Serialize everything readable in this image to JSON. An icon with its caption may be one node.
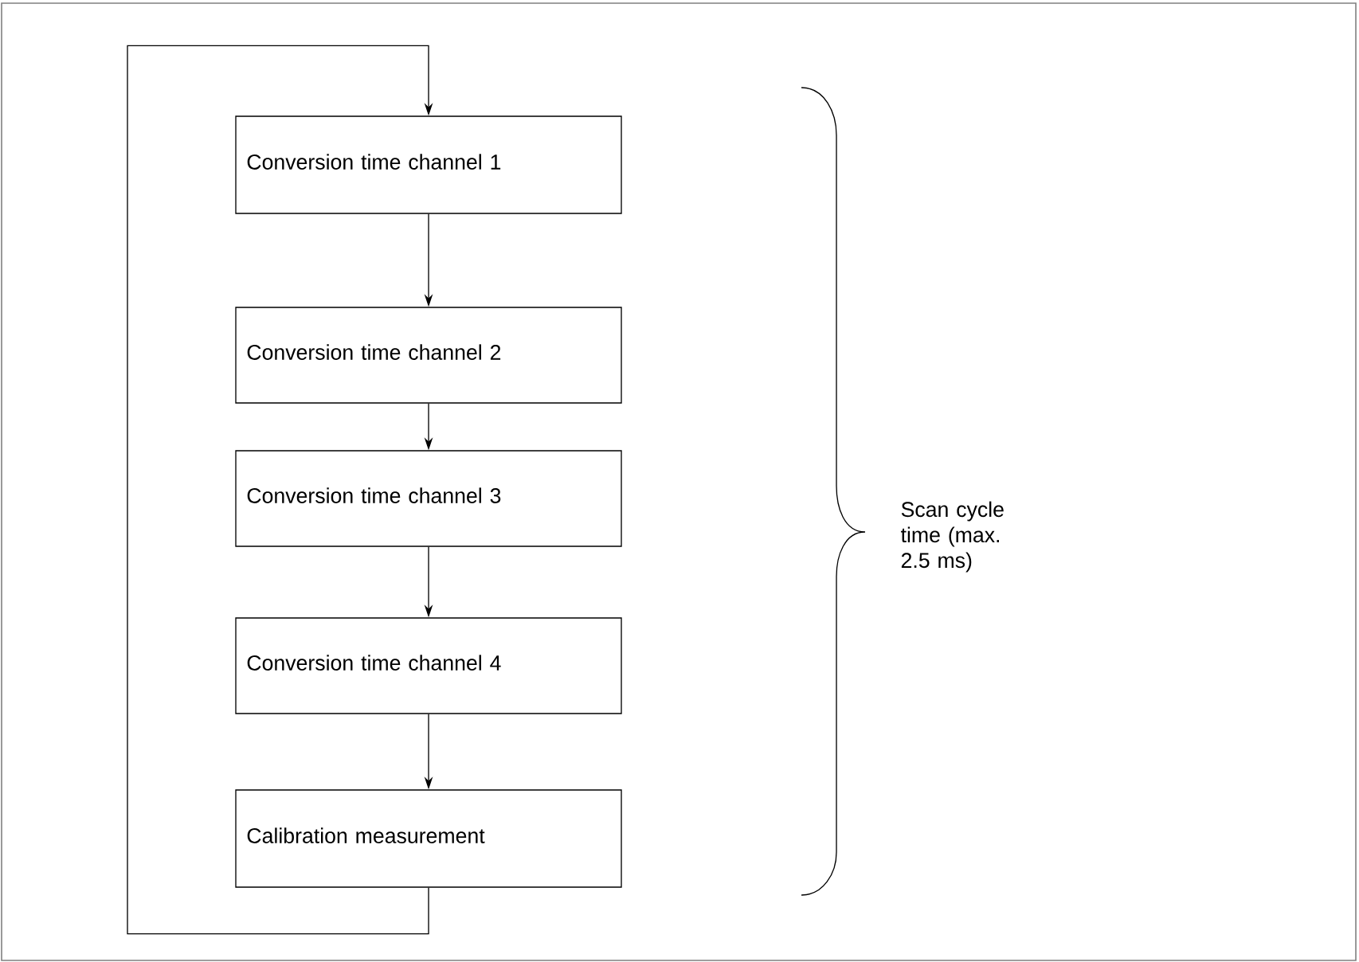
{
  "diagram": {
    "nodes": [
      {
        "text": [
          "Conversion time channel 1"
        ]
      },
      {
        "text": [
          "Conversion time channel 2"
        ]
      },
      {
        "text": [
          "Conversion time channel 3"
        ]
      },
      {
        "text": [
          "Conversion time channel 4"
        ]
      },
      {
        "text": [
          "Calibration measurement"
        ]
      }
    ],
    "edges": [
      {
        "from": 0,
        "to": 1,
        "arrow": "to"
      },
      {
        "from": 1,
        "to": 2,
        "arrow": "to"
      },
      {
        "from": 2,
        "to": 3,
        "arrow": "to"
      },
      {
        "from": 3,
        "to": 4,
        "arrow": "to"
      },
      {
        "from": 4,
        "to": 0,
        "arrow": "to"
      }
    ],
    "labels": [
      "Scan cycle time (max. 2.5 ms)"
    ]
  }
}
